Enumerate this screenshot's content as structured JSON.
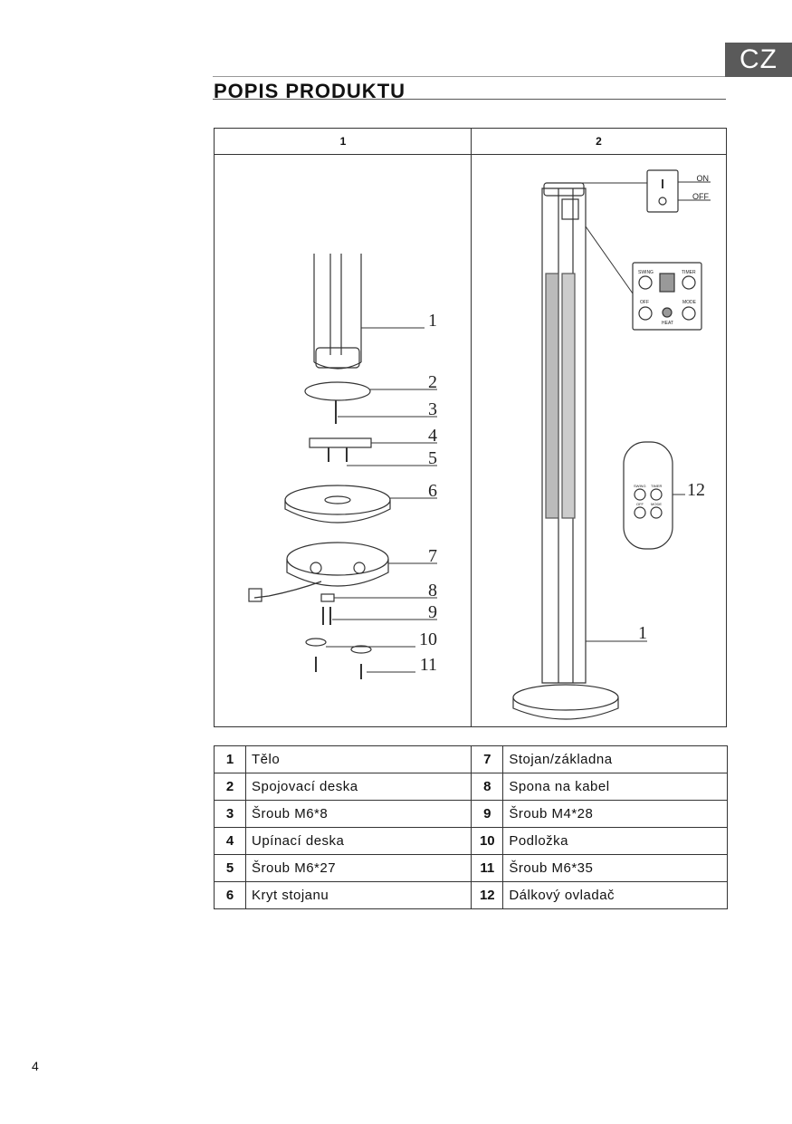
{
  "header": {
    "language_badge": "CZ",
    "title": "POPIS PRODUKTU"
  },
  "figure": {
    "column_1_header": "1",
    "column_2_header": "2",
    "assembly_callouts": [
      "1",
      "2",
      "3",
      "4",
      "5",
      "6",
      "7",
      "8",
      "9",
      "10",
      "11"
    ],
    "heater_callouts": [
      "1",
      "12"
    ],
    "switch_labels": {
      "on": "ON",
      "off": "OFF"
    },
    "control_panel_labels": {
      "swing": "SWING",
      "timer": "TIMER",
      "off": "OFF",
      "mode": "MODE",
      "heat": "HEAT"
    },
    "remote_labels": {
      "swing": "SWING",
      "timer": "TIMER",
      "off": "OFF",
      "mode": "MODE"
    }
  },
  "parts": [
    {
      "left_num": "1",
      "left_name": "Tělo",
      "right_num": "7",
      "right_name": "Stojan/základna"
    },
    {
      "left_num": "2",
      "left_name": "Spojovací deska",
      "right_num": "8",
      "right_name": "Spona na kabel"
    },
    {
      "left_num": "3",
      "left_name": "Šroub M6*8",
      "right_num": "9",
      "right_name": "Šroub M4*28"
    },
    {
      "left_num": "4",
      "left_name": "Upínací deska",
      "right_num": "10",
      "right_name": "Podložka"
    },
    {
      "left_num": "5",
      "left_name": "Šroub M6*27",
      "right_num": "11",
      "right_name": "Šroub M6*35"
    },
    {
      "left_num": "6",
      "left_name": "Kryt stojanu",
      "right_num": "12",
      "right_name": "Dálkový ovladač"
    }
  ],
  "footer": {
    "page_number": "4"
  }
}
